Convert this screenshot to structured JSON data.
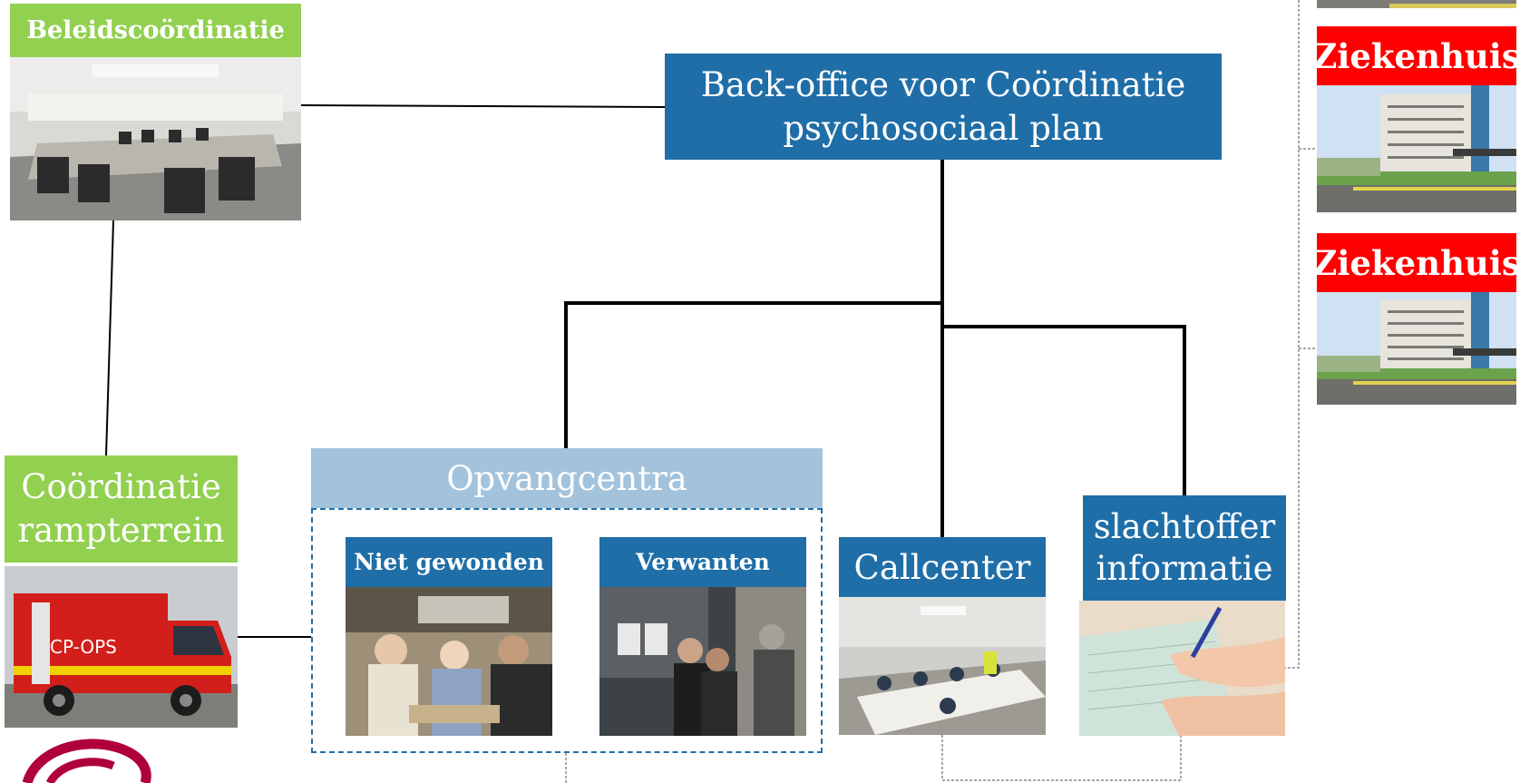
{
  "diagram": {
    "backoffice": {
      "line1": "Back-office voor Coördinatie",
      "line2": "psychosociaal plan"
    },
    "beleid": {
      "label": "Beleidscoördinatie"
    },
    "rampterrein": {
      "line1": "Coördinatie",
      "line2": "rampterrein"
    },
    "opvang": {
      "title": "Opvangcentra",
      "niet_gewonden": "Niet gewonden",
      "verwanten": "Verwanten"
    },
    "callcenter": {
      "label": "Callcenter"
    },
    "slachtoffer": {
      "line1": "slachtoffer",
      "line2": "informatie"
    },
    "ziekenhuis": [
      {
        "label": "Ziekenhuis"
      },
      {
        "label": "Ziekenhuis"
      }
    ],
    "truck_text": "CP-OPS"
  },
  "colors": {
    "green": "#92d050",
    "blue": "#1f6ea8",
    "light_blue": "#a3c3dc",
    "red": "#ff0000",
    "line": "#000000"
  }
}
